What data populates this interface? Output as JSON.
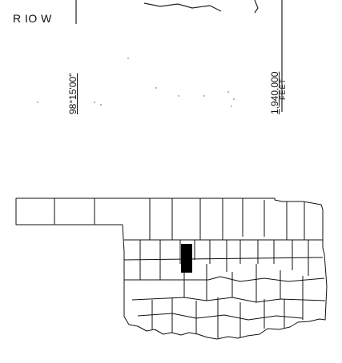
{
  "range_label": "R IO W",
  "coordinate_label": "98°15'00\"",
  "feet_value": "1,940,000",
  "feet_unit": "FEET",
  "highlight_color": "#000000"
}
